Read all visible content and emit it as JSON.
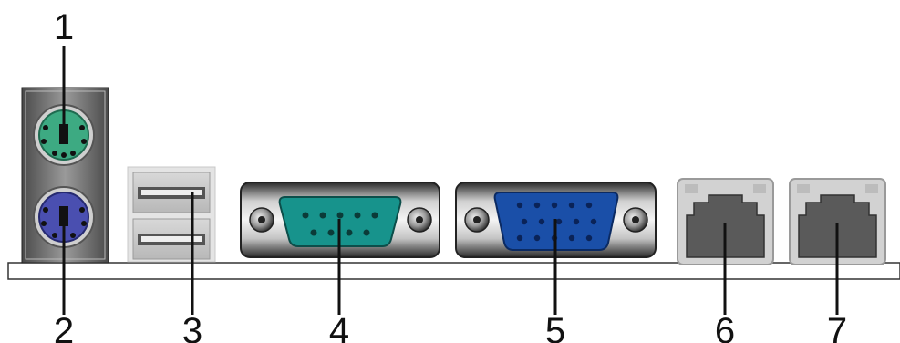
{
  "callouts": [
    "1",
    "2",
    "3",
    "4",
    "5",
    "6",
    "7"
  ],
  "colors": {
    "background": "#ffffff",
    "panel_line": "#333333",
    "ps2_mouse": "#3daa82",
    "ps2_keyboard": "#4a4fb0",
    "serial_port": "#17938c",
    "vga_port": "#1a4fa8",
    "leader_line": "#111111"
  },
  "icons": {
    "1": "ps2-mouse-port-icon",
    "2": "ps2-keyboard-port-icon",
    "3": "usb-ports-icon",
    "4": "serial-port-icon",
    "5": "vga-port-icon",
    "6": "lan-port-1-icon",
    "7": "lan-port-2-icon"
  }
}
